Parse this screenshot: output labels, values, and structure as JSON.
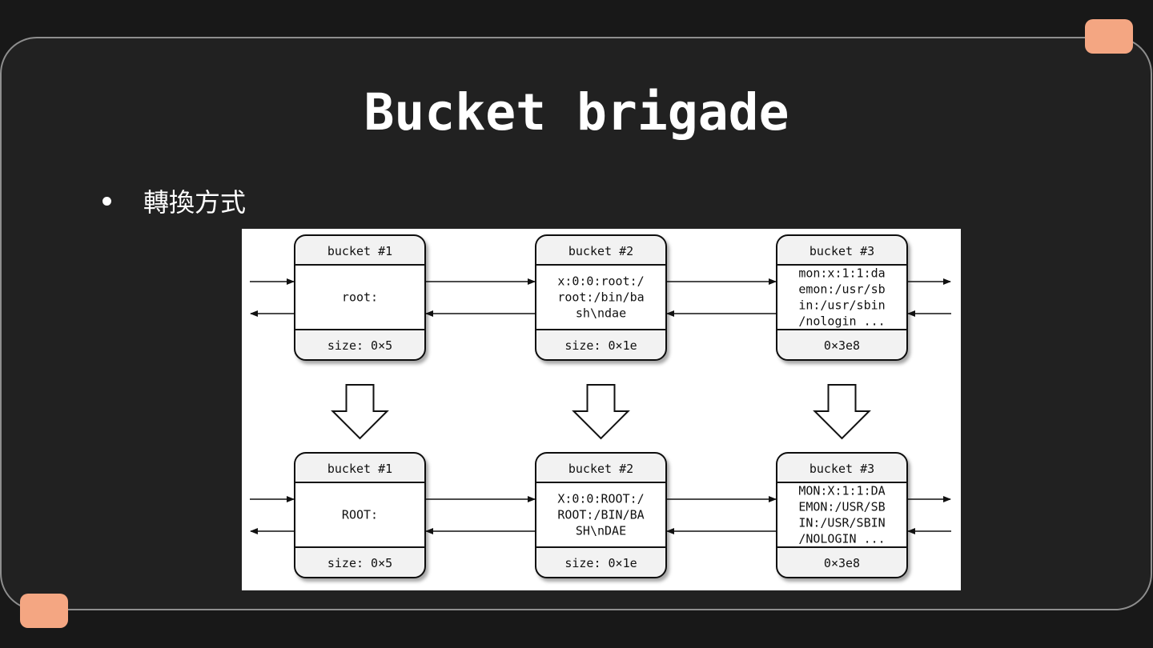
{
  "slide": {
    "title": "Bucket brigade",
    "bullets": [
      "轉換方式"
    ],
    "accent_color": "#f4a682"
  },
  "diagram": {
    "rows": [
      {
        "buckets": [
          {
            "header": "bucket #1",
            "content": [
              "root:"
            ],
            "footer": "size: 0×5"
          },
          {
            "header": "bucket #2",
            "content": [
              "x:0:0:root:/",
              "root:/bin/ba",
              "sh\\ndae"
            ],
            "footer": "size: 0×1e"
          },
          {
            "header": "bucket #3",
            "content": [
              "mon:x:1:1:da",
              "emon:/usr/sb",
              "in:/usr/sbin",
              "/nologin ..."
            ],
            "footer": "0×3e8"
          }
        ]
      },
      {
        "buckets": [
          {
            "header": "bucket #1",
            "content": [
              "ROOT:"
            ],
            "footer": "size: 0×5"
          },
          {
            "header": "bucket #2",
            "content": [
              "X:0:0:ROOT:/",
              "ROOT:/BIN/BA",
              "SH\\nDAE"
            ],
            "footer": "size: 0×1e"
          },
          {
            "header": "bucket #3",
            "content": [
              "MON:X:1:1:DA",
              "EMON:/USR/SB",
              "IN:/USR/SBIN",
              "/NOLOGIN ..."
            ],
            "footer": "0×3e8"
          }
        ]
      }
    ]
  }
}
